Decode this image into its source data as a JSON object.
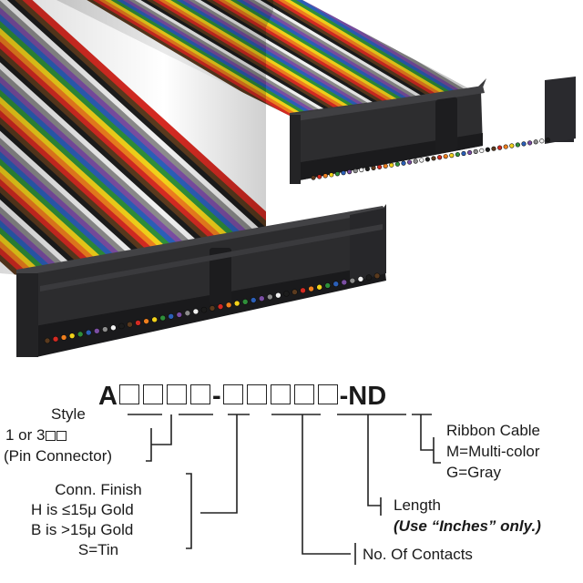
{
  "part_number": {
    "prefix": "A",
    "separator": "-",
    "suffix": "-ND",
    "group1_boxes": 4,
    "group2_boxes": 5
  },
  "labels": {
    "style_title": "Style",
    "style_option_text": "1 or 3",
    "style_option_boxes": 2,
    "style_note": "(Pin Connector)",
    "finish_title": "Conn. Finish",
    "finish_h": "H is ≤15μ Gold",
    "finish_b": "B is >15μ Gold",
    "finish_s": "S=Tin",
    "ribbon_title": "Ribbon Cable",
    "ribbon_m": "M=Multi-color",
    "ribbon_g": "G=Gray",
    "length_title": "Length",
    "length_note": "(Use “Inches” only.)",
    "contacts_title": "No. Of Contacts"
  },
  "colors": {
    "connector_body": "#2a2a2c",
    "connector_dark": "#161617",
    "leader_line": "#222222",
    "wire_sequence": [
      "#5a3a1e",
      "#d42a22",
      "#ef7f1e",
      "#f2d21a",
      "#2f8f3a",
      "#2b5fb8",
      "#7b4ea3",
      "#8c8c8c",
      "#f1f1f1",
      "#1c1c1c"
    ]
  }
}
